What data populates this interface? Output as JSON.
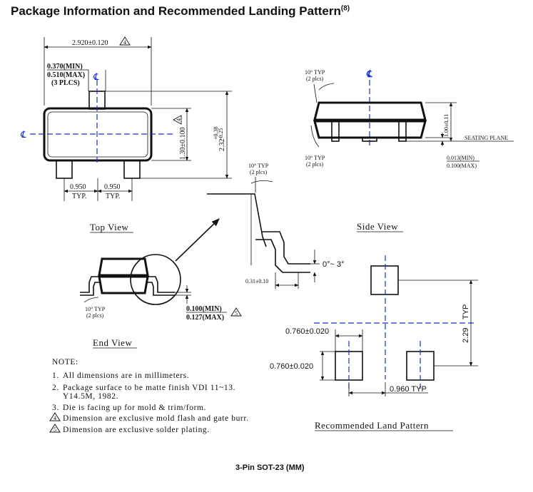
{
  "title": "Package Information and Recommended Landing Pattern",
  "title_ref": "(8)",
  "caption": "3-Pin SOT-23 (MM)",
  "centerline_symbol": "℄",
  "top_view": {
    "label": "Top View",
    "dim_width": "2.920±0.120",
    "dim_lead_min": "0.370(MIN)",
    "dim_lead_max": "0.510(MAX)",
    "dim_lead_note": "(3 PLCS)",
    "dim_body": "1.30±0.100",
    "dim_overall": "2.32",
    "dim_overall_tol_plus": "+0.38",
    "dim_overall_tol_minus": "-0.25",
    "dim_pitch_1": "0.950",
    "dim_pitch_2": "0.950",
    "dim_pitch_typ": "TYP.",
    "note_mark": "4"
  },
  "side_view": {
    "label": "Side View",
    "angle_top": "10° TYP",
    "angle_top_sub": "(2 plcs)",
    "angle_bottom": "10° TYP",
    "angle_bottom_sub": "(2 plcs)",
    "dim_height": "1.00±0.11",
    "seating_plane": "SEATING PLANE",
    "dim_standoff_min": "0.013(MIN)",
    "dim_standoff_max": "0.100(MAX)"
  },
  "detail_view": {
    "angle": "10° TYP",
    "angle_sub": "(2 plcs)",
    "foot_angle": "0°~ 3°",
    "dim_foot": "0.31±0.10"
  },
  "end_view": {
    "label": "End View",
    "angle": "10° TYP",
    "angle_sub": "(2 plcs)",
    "dim_lead_min": "0.100(MIN)",
    "dim_lead_max": "0.127(MAX)",
    "note_mark": "5"
  },
  "land_pattern": {
    "label": "Recommended Land Pattern",
    "dim_pad_w": "0.760±0.020",
    "dim_pad_h": "0.760±0.020",
    "dim_pitch": "0.960  TYP",
    "dim_span": "2.29",
    "dim_span_typ": "TYP"
  },
  "notes": {
    "heading": "NOTE:",
    "items": [
      {
        "num": "1.",
        "text": "All dimensions are in millimeters."
      },
      {
        "num": "2.",
        "text": "Package surface to be matte finish VDI 11~13."
      },
      {
        "num": "",
        "text": "Y14.5M, 1982."
      },
      {
        "num": "3.",
        "text": "Die is facing up for mold & trim/form."
      },
      {
        "num": "4",
        "text": "Dimension are exclusive mold flash and gate burr."
      },
      {
        "num": "5",
        "text": "Dimension are exclusive solder plating."
      }
    ]
  }
}
